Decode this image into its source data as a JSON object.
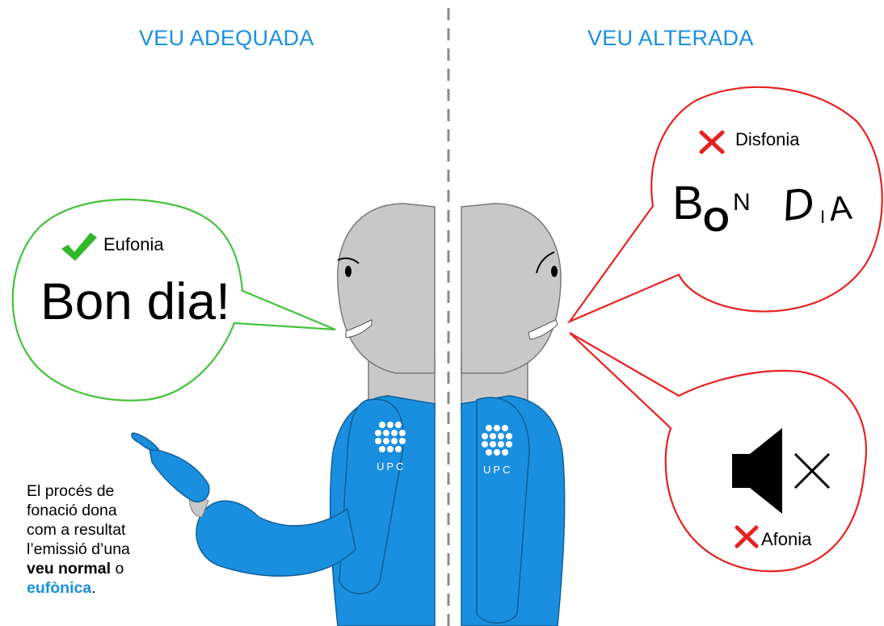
{
  "headings": {
    "left": "VEU ADEQUADA",
    "right": "VEU ALTERADA"
  },
  "bubble_left": {
    "label": "Eufonia",
    "speech": "Bon dia!",
    "color": "#44c23a"
  },
  "bubble_right_top": {
    "label": "Disfonia",
    "distorted_letters": [
      "B",
      "O",
      "N",
      "D",
      "I",
      "A"
    ],
    "color": "#e52222"
  },
  "bubble_right_bottom": {
    "label": "Afonia",
    "icon": "speaker-muted-icon",
    "color": "#e52222"
  },
  "caption": {
    "line1": "El procés de",
    "line2": "fonació dona",
    "line3": "com a resultat",
    "line4": "l’emissió d’una",
    "bold1": "veu normal",
    "connector": " o",
    "bold2": "eufònica",
    "end": "."
  },
  "logo_text": "UPC",
  "colors": {
    "accent": "#1a8fe0",
    "robot_body": "#1a8fe0",
    "robot_head": "#c8c8c8"
  }
}
